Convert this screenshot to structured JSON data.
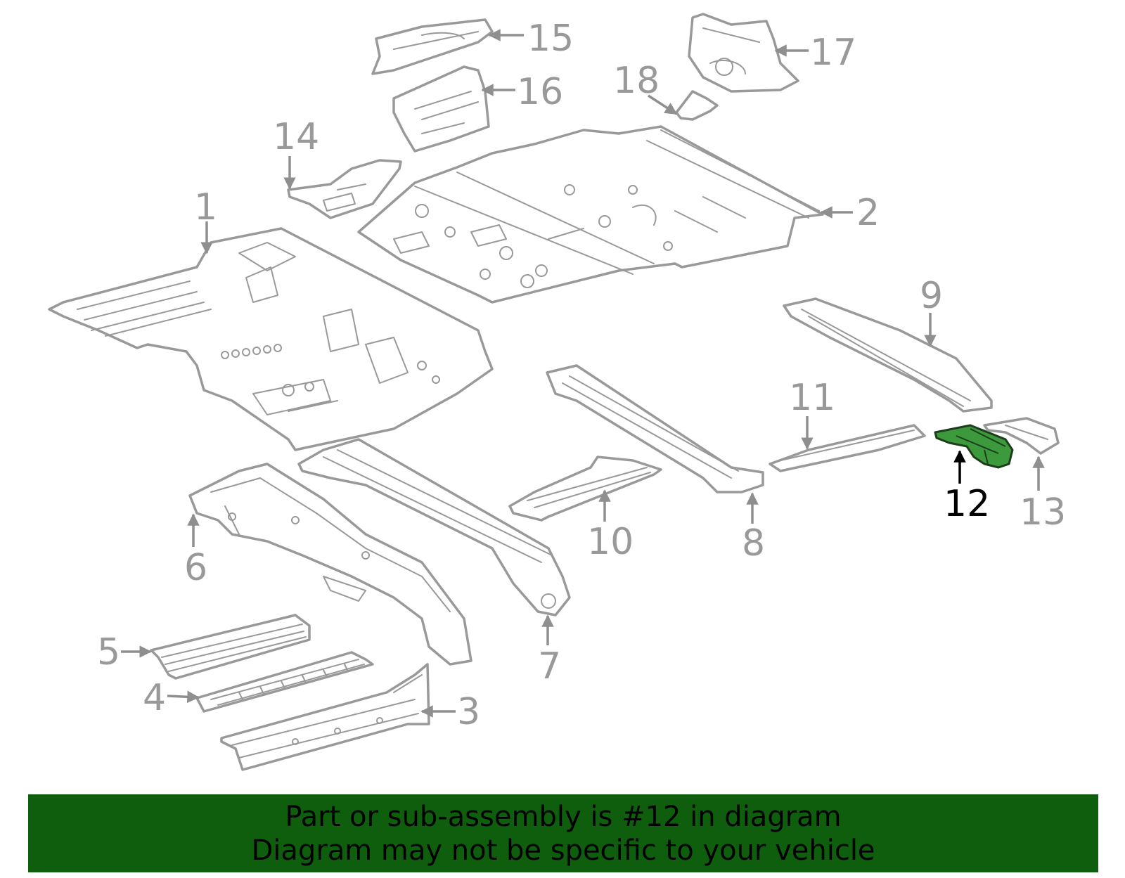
{
  "highlight_color": "#3c9a3c",
  "banner_color": "#0e5e0e",
  "callouts": {
    "c1": "1",
    "c2": "2",
    "c3": "3",
    "c4": "4",
    "c5": "5",
    "c6": "6",
    "c7": "7",
    "c8": "8",
    "c9": "9",
    "c10": "10",
    "c11": "11",
    "c12": "12",
    "c13": "13",
    "c14": "14",
    "c15": "15",
    "c16": "16",
    "c17": "17",
    "c18": "18"
  },
  "highlighted_part": "12",
  "banner": {
    "line1": "Part or sub-assembly is #12 in diagram",
    "line2": "Diagram may not be specific to your vehicle"
  }
}
